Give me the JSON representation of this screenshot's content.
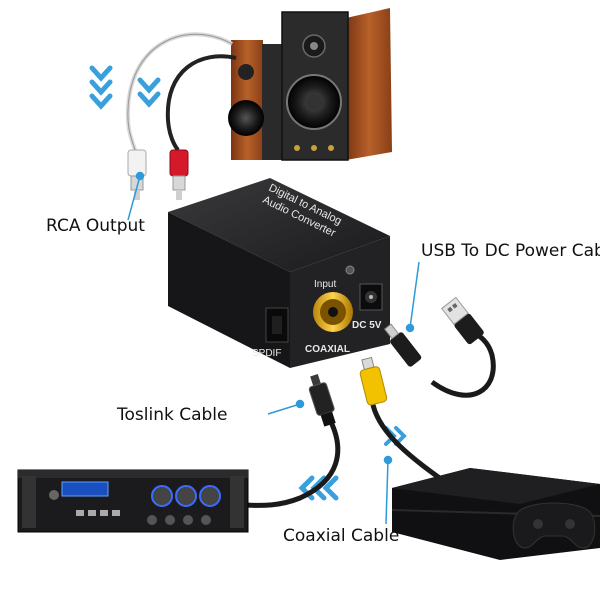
{
  "callouts": {
    "rca_output": "RCA Output",
    "usb_power": "USB To DC Power Cable",
    "toslink": "Toslink Cable",
    "coaxial": "Coaxial Cable"
  },
  "converter": {
    "top_line1": "Digital to Analog",
    "top_line2": "Audio Converter",
    "port_input": "Input",
    "port_spdif": "SPDIF",
    "port_coaxial": "COAXIAL",
    "port_dc": "DC 5V"
  },
  "colors": {
    "callout_line": "#2e9bd8",
    "chevron": "#3aa0dc",
    "rca_red": "#d4192b",
    "rca_white": "#f2f2f2",
    "coax_yellow": "#f2c200",
    "speaker_wood": "#a8501f",
    "device_black": "#1c1c1e"
  },
  "icons": [
    "chevron-down-icon",
    "chevron-left-icon",
    "chevron-right-icon"
  ]
}
